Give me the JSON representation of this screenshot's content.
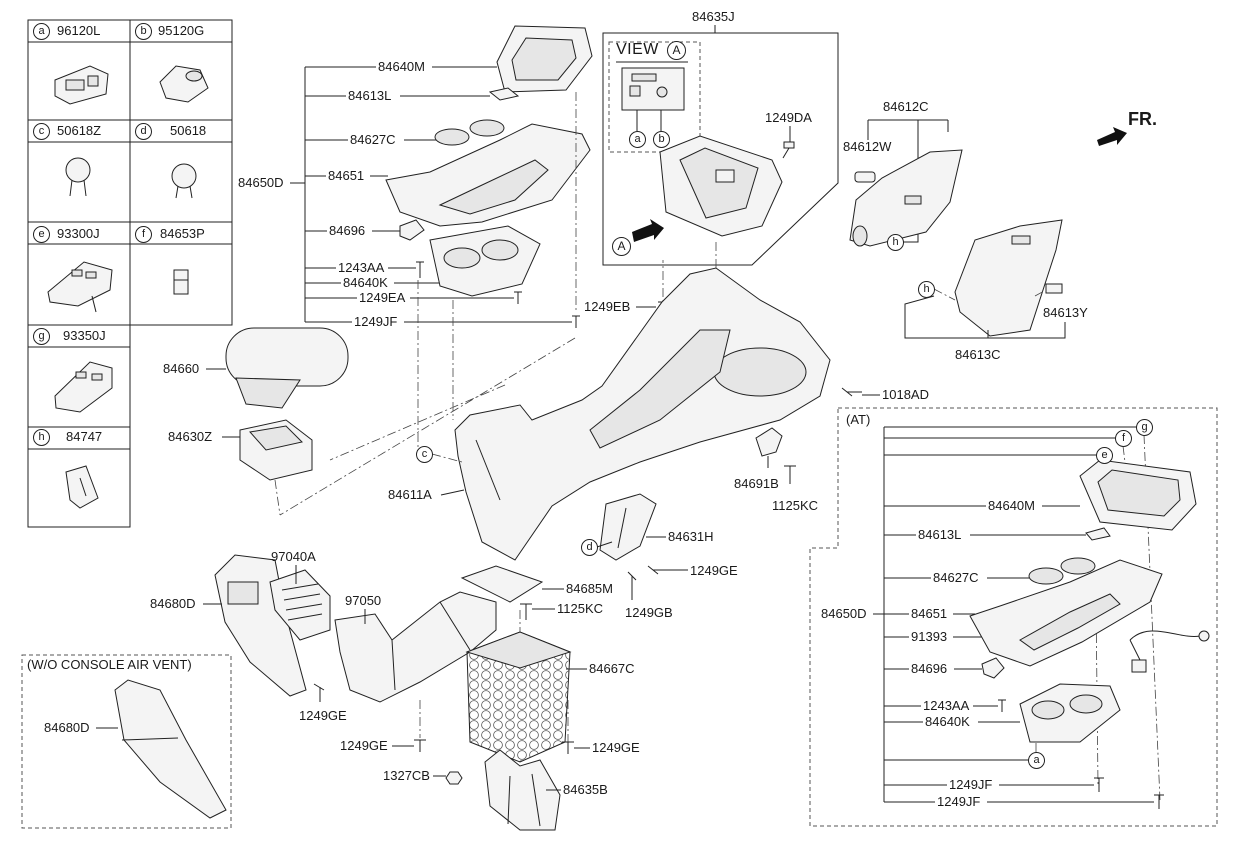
{
  "legend": [
    {
      "letter": "a",
      "part": "96120L"
    },
    {
      "letter": "b",
      "part": "95120G"
    },
    {
      "letter": "c",
      "part": "50618Z"
    },
    {
      "letter": "d",
      "part": "50618"
    },
    {
      "letter": "e",
      "part": "93300J"
    },
    {
      "letter": "f",
      "part": "84653P"
    },
    {
      "letter": "g",
      "part": "93350J"
    },
    {
      "letter": "h",
      "part": "84747"
    }
  ],
  "console_box": {
    "part": "84635J",
    "view_title": "VIEW",
    "view_ref": "A",
    "ref_a": "a",
    "ref_b": "b",
    "screw": "1249DA",
    "arrow_ref": "A"
  },
  "side_panels": {
    "assembly": "84612C",
    "plug": "84612W",
    "ref_h_upper": "h",
    "ref_h_lower": "h",
    "clip": "84613Y",
    "panel": "84613C"
  },
  "direction": {
    "label": "FR."
  },
  "upper_assembly": {
    "bezel": "84640M",
    "trim": "84613L",
    "cup_mat": "84627C",
    "assembly": "84650D",
    "cover": "84651",
    "bracket": "84696",
    "screw_aa": "1243AA",
    "cup_holder": "84640K",
    "screw_ea": "1249EA",
    "screw_jf": "1249JF"
  },
  "console_body": {
    "screw_eb": "1249EB",
    "screw_ad": "1018AD",
    "armrest": "84660",
    "bin": "84630Z",
    "ref_c": "c",
    "body": "84611A",
    "bracket_b": "84691B",
    "screw_kc": "1125KC",
    "bracket_h": "84631H",
    "ref_d": "d",
    "screw_ge": "1249GE"
  },
  "rear": {
    "pad": "84685M",
    "screw_kc": "1125KC",
    "screw_gb": "1249GB",
    "vent": "97040A",
    "rear_trim": "84680D",
    "duct": "97050",
    "storage": "84667C",
    "screw_ge_duct": "1249GE",
    "screw_ge_bottom": "1249GE",
    "screw_ge_right": "1249GE",
    "nut": "1327CB",
    "bracket": "84635B"
  },
  "without_vent": {
    "title": "(W/O CONSOLE AIR VENT)",
    "rear_trim": "84680D"
  },
  "at": {
    "title": "(AT)",
    "ref_g": "g",
    "ref_f": "f",
    "ref_e": "e",
    "bezel": "84640M",
    "trim": "84613L",
    "cup_mat": "84627C",
    "assembly": "84650D",
    "cover": "84651",
    "harness": "91393",
    "bracket": "84696",
    "screw_aa": "1243AA",
    "cup_holder": "84640K",
    "ref_a": "a",
    "screw_jf_upper": "1249JF",
    "screw_jf_lower": "1249JF"
  }
}
